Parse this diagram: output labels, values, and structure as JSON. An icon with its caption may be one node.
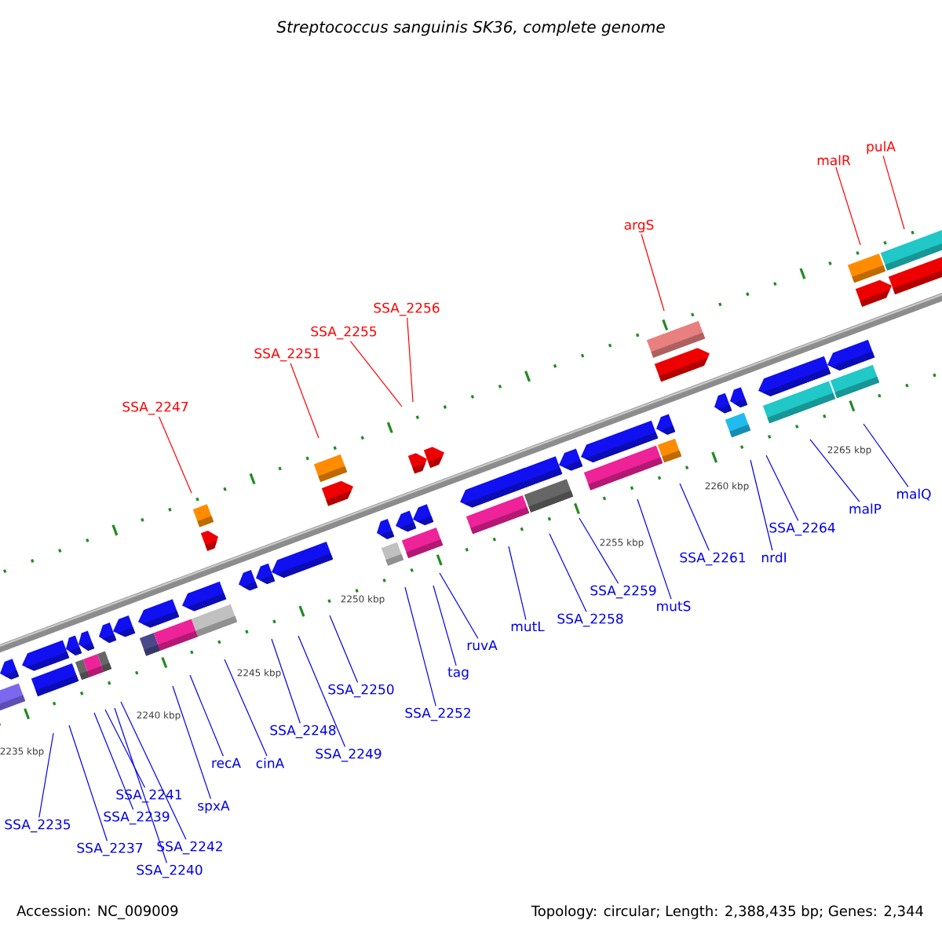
{
  "diagram": {
    "title": "*Streptococcus sanguinis* SK36, complete genome",
    "nodes": [
      {
        "text": [
          "SSA_2247"
        ]
      },
      {
        "text": [
          "SSA_2251"
        ]
      },
      {
        "text": [
          "SSA_2255"
        ]
      },
      {
        "text": [
          "SSA_2256"
        ]
      },
      {
        "text": [
          "argS"
        ]
      },
      {
        "text": [
          "malR"
        ]
      },
      {
        "text": [
          "pulA"
        ]
      },
      {
        "text": [
          "SSA_2235"
        ]
      },
      {
        "text": [
          "SSA_2237"
        ]
      },
      {
        "text": [
          "SSA_2239"
        ]
      },
      {
        "text": [
          "SSA_2241"
        ]
      },
      {
        "text": [
          "SSA_2240"
        ]
      },
      {
        "text": [
          "SSA_2242"
        ]
      },
      {
        "text": [
          "spxA"
        ]
      },
      {
        "text": [
          "recA"
        ]
      },
      {
        "text": [
          "cinA"
        ]
      },
      {
        "text": [
          "SSA_2248"
        ]
      },
      {
        "text": [
          "SSA_2249"
        ]
      },
      {
        "text": [
          "SSA_2250"
        ]
      },
      {
        "text": [
          "SSA_2252"
        ]
      },
      {
        "text": [
          "tag"
        ]
      },
      {
        "text": [
          "ruvA"
        ]
      },
      {
        "text": [
          "mutL"
        ]
      },
      {
        "text": [
          "SSA_2258"
        ]
      },
      {
        "text": [
          "SSA_2259"
        ]
      },
      {
        "text": [
          "mutS"
        ]
      },
      {
        "text": [
          "SSA_2261"
        ]
      },
      {
        "text": [
          "nrdI"
        ]
      },
      {
        "text": [
          "SSA_2264"
        ]
      },
      {
        "text": [
          "malP"
        ]
      },
      {
        "text": [
          "malQ"
        ]
      }
    ],
    "edges": [
      {
        "from": 0,
        "to": null,
        "arrow": "none",
        "color": "#ff0000"
      },
      {
        "from": 1,
        "to": null,
        "arrow": "none",
        "color": "#ff0000"
      },
      {
        "from": 2,
        "to": null,
        "arrow": "none",
        "color": "#ff0000"
      },
      {
        "from": 3,
        "to": null,
        "arrow": "none",
        "color": "#ff0000"
      },
      {
        "from": 4,
        "to": null,
        "arrow": "none",
        "color": "#ff0000"
      },
      {
        "from": 5,
        "to": null,
        "arrow": "none",
        "color": "#ff0000"
      },
      {
        "from": 6,
        "to": null,
        "arrow": "none",
        "color": "#ff0000"
      },
      {
        "from": 7,
        "to": null,
        "arrow": "none"
      },
      {
        "from": 8,
        "to": null,
        "arrow": "none"
      },
      {
        "from": 9,
        "to": null,
        "arrow": "none"
      },
      {
        "from": 10,
        "to": null,
        "arrow": "none"
      },
      {
        "from": 11,
        "to": null,
        "arrow": "none"
      },
      {
        "from": 12,
        "to": null,
        "arrow": "none"
      },
      {
        "from": 13,
        "to": null,
        "arrow": "none"
      },
      {
        "from": 14,
        "to": null,
        "arrow": "none"
      },
      {
        "from": 15,
        "to": null,
        "arrow": "none"
      },
      {
        "from": 16,
        "to": null,
        "arrow": "none"
      },
      {
        "from": 17,
        "to": null,
        "arrow": "none"
      },
      {
        "from": 18,
        "to": null,
        "arrow": "none"
      },
      {
        "from": 19,
        "to": null,
        "arrow": "none"
      },
      {
        "from": 20,
        "to": null,
        "arrow": "none"
      },
      {
        "from": 21,
        "to": null,
        "arrow": "none"
      },
      {
        "from": 22,
        "to": null,
        "arrow": "none"
      },
      {
        "from": 23,
        "to": null,
        "arrow": "none"
      },
      {
        "from": 24,
        "to": null,
        "arrow": "none"
      },
      {
        "from": 25,
        "to": null,
        "arrow": "none"
      },
      {
        "from": 26,
        "to": null,
        "arrow": "none"
      },
      {
        "from": 27,
        "to": null,
        "arrow": "none"
      },
      {
        "from": 28,
        "to": null,
        "arrow": "none"
      },
      {
        "from": 29,
        "to": null,
        "arrow": "none"
      },
      {
        "from": 30,
        "to": null,
        "arrow": "none"
      }
    ],
    "labels": [
      "2235 kbp",
      "2240 kbp",
      "2245 kbp",
      "2250 kbp",
      "2255 kbp",
      "2260 kbp",
      "2265 kbp",
      "Accession: NC_009009",
      "Topology: circular; Length: 2,388,435 bp; Genes: 2,344"
    ]
  }
}
